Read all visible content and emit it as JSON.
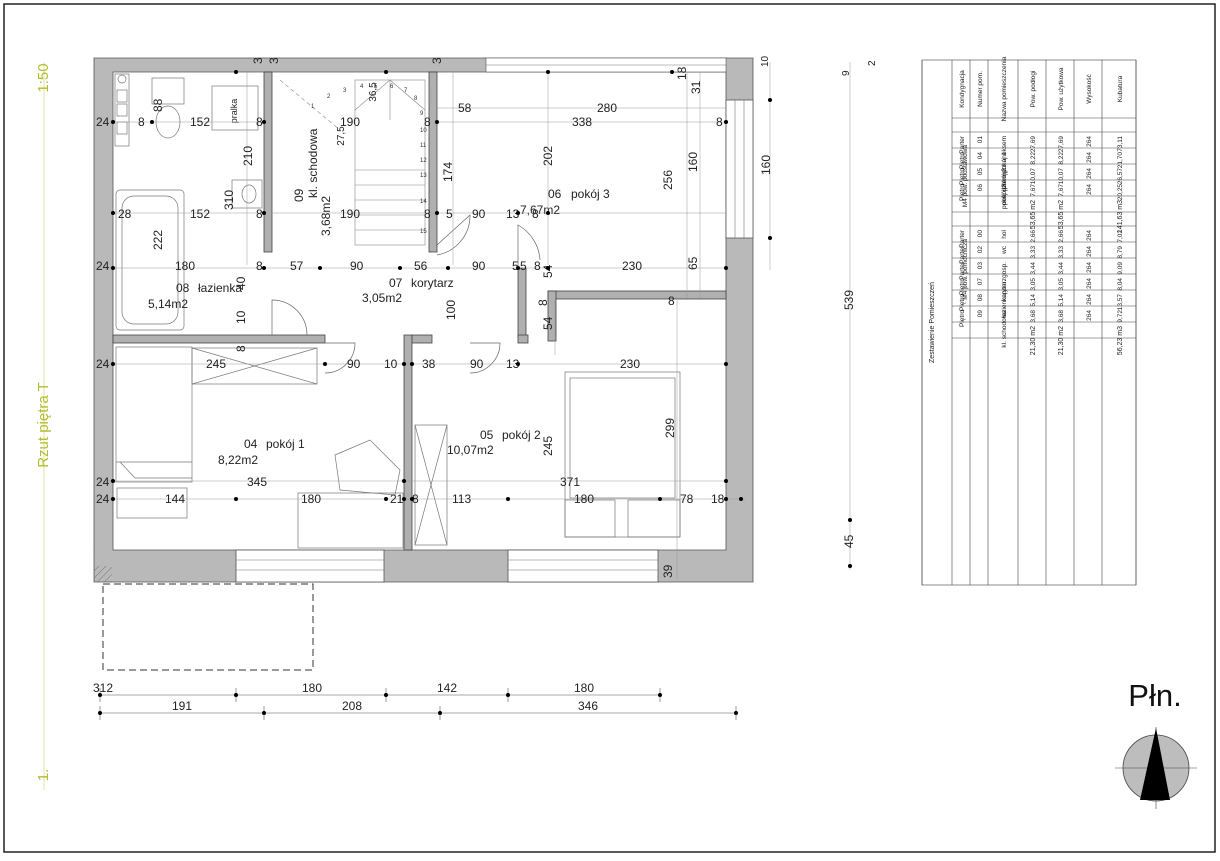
{
  "sheet": {
    "scale": "1:50",
    "plan_title": "Rzut piętra T",
    "sheet_number": "1.",
    "north_label": "Płn."
  },
  "rooms": [
    {
      "number": "09",
      "name": "kl. schodowa",
      "area": "3,68m2"
    },
    {
      "number": "06",
      "name": "pokój 3",
      "area": "7,67m2"
    },
    {
      "number": "08",
      "name": "łazienka",
      "area": "5,14m2"
    },
    {
      "number": "07",
      "name": "korytarz",
      "area": "3,05m2"
    },
    {
      "number": "04",
      "name": "pokój 1",
      "area": "8,22m2"
    },
    {
      "number": "05",
      "name": "pokój 2",
      "area": "10,07m2"
    }
  ],
  "fixtures": {
    "washer_label": "pralka",
    "stair_height": "36,5",
    "stair_depth": "27,5"
  },
  "stair_steps": [
    "13",
    "14",
    "15",
    "1",
    "2",
    "3",
    "4",
    "5",
    "6",
    "7",
    "8",
    "9",
    "10",
    "11",
    "12"
  ],
  "dimensions": {
    "interior": [
      "24",
      "8",
      "152",
      "88",
      "8",
      "3",
      "8",
      "3",
      "210",
      "310",
      "190",
      "8",
      "3",
      "8",
      "5",
      "58",
      "280",
      "338",
      "18",
      "31",
      "8",
      "174",
      "202",
      "160",
      "256",
      "28",
      "152",
      "222",
      "190",
      "8",
      "5",
      "90",
      "13",
      "24",
      "180",
      "8",
      "57",
      "90",
      "56",
      "100",
      "90",
      "5",
      "8",
      "54",
      "230",
      "65",
      "40",
      "10",
      "8",
      "54",
      "8",
      "8",
      "24",
      "245",
      "90",
      "10",
      "38",
      "90",
      "13",
      "230",
      "245",
      "299",
      "24",
      "345",
      "371",
      "24",
      "144",
      "180",
      "21",
      "8",
      "113",
      "180",
      "78",
      "18",
      "39"
    ],
    "right": [
      "10",
      "160",
      "539",
      "45",
      "9",
      "2"
    ],
    "bottom_row1": [
      "312",
      "180",
      "142",
      "180"
    ],
    "bottom_row2": [
      "191",
      "208",
      "346"
    ]
  },
  "room_table": {
    "title": "Zestawienie Pomieszczeń",
    "headers": [
      "Kondygnacja",
      "Numer pom.",
      "Nazwa pomieszczenia",
      "Pow. podłogi",
      "Pow. użytkowa",
      "Wysokość",
      "Kubatura"
    ],
    "groups": [
      {
        "label": "M4 pow. podstawowa",
        "rows": [
          [
            "Parter",
            "01",
            "pokój dzienny z aneksem",
            "27,69",
            "27,69",
            "264",
            "73,11"
          ],
          [
            "Piętro",
            "04",
            "pokój 1",
            "8,22",
            "8,22",
            "264",
            "21,70"
          ],
          [
            "Piętro",
            "05",
            "pokój 2",
            "10,07",
            "10,07",
            "264",
            "26,57"
          ],
          [
            "Piętro",
            "06",
            "pokój 3",
            "7,67",
            "7,67",
            "264",
            "20,25"
          ]
        ],
        "totals": [
          "53,65 m2",
          "53,65 m2",
          "141,63 m3"
        ]
      },
      {
        "label": "M4 pow. pomocnicza",
        "rows": [
          [
            "Parter",
            "00",
            "hol",
            "2,66",
            "2,66",
            "264",
            "7,02"
          ],
          [
            "Parter",
            "02",
            "wc",
            "3,33",
            "3,33",
            "264",
            "8,79"
          ],
          [
            "Parter",
            "03",
            "pom. gosp.",
            "3,44",
            "3,44",
            "264",
            "9,09"
          ],
          [
            "Piętro",
            "07",
            "korytarz",
            "3,05",
            "3,05",
            "264",
            "8,04"
          ],
          [
            "Piętro",
            "08",
            "łazienka",
            "5,14",
            "5,14",
            "264",
            "13,57"
          ],
          [
            "Piętro",
            "09",
            "kl. schodowa",
            "3,68",
            "3,68",
            "264",
            "9,72"
          ]
        ],
        "totals": [
          "21,30 m2",
          "21,30 m2",
          "56,23 m3"
        ]
      }
    ]
  }
}
